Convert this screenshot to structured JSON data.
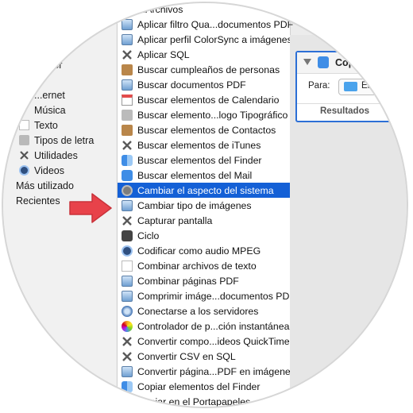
{
  "library": {
    "items": [
      {
        "label": "...ador",
        "icon": "folder-icon"
      },
      {
        "label": "...ernet",
        "icon": "globe-icon"
      },
      {
        "label": "Música",
        "icon": "music-icon"
      },
      {
        "label": "Texto",
        "icon": "text-icon"
      },
      {
        "label": "Tipos de letra",
        "icon": "font-icon"
      },
      {
        "label": "Utilidades",
        "icon": "tools-icon"
      },
      {
        "label": "Videos",
        "icon": "quicktime-icon"
      },
      {
        "label": "Más utilizado",
        "icon": "folder-icon"
      },
      {
        "label": "Recientes",
        "icon": "clock-icon"
      }
    ]
  },
  "actions": {
    "selected_index": 12,
    "items": [
      {
        "label": "...Archivos",
        "icon": "pdf-icon"
      },
      {
        "label": "Aplicar filtro Qua...documentos PDF",
        "icon": "preview-icon"
      },
      {
        "label": "Aplicar perfil ColorSync a imágenes",
        "icon": "preview-icon"
      },
      {
        "label": "Aplicar SQL",
        "icon": "tools-icon"
      },
      {
        "label": "Buscar cumpleaños de personas",
        "icon": "contacts-icon"
      },
      {
        "label": "Buscar documentos PDF",
        "icon": "preview-icon"
      },
      {
        "label": "Buscar elementos de Calendario",
        "icon": "calendar-icon"
      },
      {
        "label": "Buscar elemento...logo Tipográfico",
        "icon": "font-icon"
      },
      {
        "label": "Buscar elementos de Contactos",
        "icon": "contacts-icon"
      },
      {
        "label": "Buscar elementos de iTunes",
        "icon": "tools-icon"
      },
      {
        "label": "Buscar elementos del Finder",
        "icon": "finder-icon"
      },
      {
        "label": "Buscar elementos del Mail",
        "icon": "mail-icon"
      },
      {
        "label": "Cambiar el aspecto del sistema",
        "icon": "settings-icon"
      },
      {
        "label": "Cambiar tipo de imágenes",
        "icon": "preview-icon"
      },
      {
        "label": "Capturar pantalla",
        "icon": "tools-icon"
      },
      {
        "label": "Ciclo",
        "icon": "automator-icon"
      },
      {
        "label": "Codificar como audio MPEG",
        "icon": "quicktime-icon"
      },
      {
        "label": "Combinar archivos de texto",
        "icon": "text-icon"
      },
      {
        "label": "Combinar páginas PDF",
        "icon": "preview-icon"
      },
      {
        "label": "Comprimir imáge...documentos PDF",
        "icon": "preview-icon"
      },
      {
        "label": "Conectarse a los servidores",
        "icon": "network-icon"
      },
      {
        "label": "Controlador de p...ción instantánea",
        "icon": "photos-icon"
      },
      {
        "label": "Convertir compo...ideos QuickTime",
        "icon": "tools-icon"
      },
      {
        "label": "Convertir CSV en SQL",
        "icon": "tools-icon"
      },
      {
        "label": "Convertir página...PDF en imágenes",
        "icon": "preview-icon"
      },
      {
        "label": "Copiar elementos del Finder",
        "icon": "finder-icon"
      },
      {
        "label": "Copiar en el Portapapeles",
        "icon": "clipboard-icon"
      }
    ]
  },
  "workflow": {
    "card_title": "Cop",
    "para_label": "Para:",
    "folder_value": "Es",
    "results_label": "Resultados"
  },
  "colors": {
    "selection": "#1460d6",
    "accent_border": "#2c6fd6",
    "arrow": "#e8424a"
  }
}
